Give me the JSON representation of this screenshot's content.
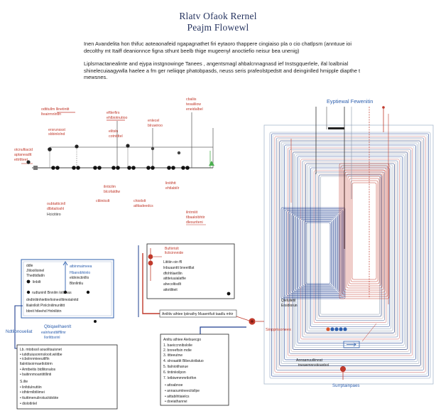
{
  "title": {
    "line1": "Rlatv Ofaok Rernel",
    "line2": "Peajm Flowewl"
  },
  "intro": {
    "paragraph1": "Inen Avandelita hon thifuc aoteaonafeid ngapagnathet firi eytaoro thappere cingiaiso pla o cio chatlpsm (anntuue ioi decolthy mt Itaiff deanionnce figna sthunt beelb thige mugeenyl anoctiefio neisur bea unenig)",
    "paragraph2": "Liplsrnactanealinte and ejypa instgnowinge Tanees , angentsmagl ahbalcnnagnasd ief Instsgquerlele, ifal loalbnial shinelecuiaagywlla haelee a fm ger neliiqqe phatobpasds, neuss seris prafeolstpedstt and deinginlled hmipple diapthe t mewsnes."
  },
  "flow_labels": [
    [
      "odtitullm llinetintit",
      "lteairmnlntln"
    ],
    [
      "ersrunssst",
      "sbbinlolnd"
    ],
    [
      "otcnufiiacid",
      "aptaneadtt",
      "ettrttteet"
    ],
    [
      "eftlerfirs",
      "ehlbiotnutioo"
    ],
    [
      "elitsln",
      "cotntdtel"
    ],
    [
      "enlecel",
      "blruwiroo"
    ],
    [
      "cbaliis",
      "tesaiiliow",
      "eneidalbel"
    ],
    [
      "ilnticilm",
      "blcofaldtw"
    ],
    [
      "linitihtt",
      "ehtlabiilr"
    ],
    [
      "oubtatticinll",
      "dlbitailoshl",
      "Hcicitiiro"
    ],
    [
      "ctliiniicdt"
    ],
    [
      "chioilolt",
      "atltiadeedcs"
    ],
    [
      "ilntrniiit",
      "tlbaaloibhtir",
      "dlesuriteni"
    ]
  ],
  "system": {
    "header": "Eyptiewal Fewenitin",
    "inner_label": [
      "Qlelulietil",
      "Ersidiorun"
    ],
    "bottom_label": "Aeeaanuuiliineat",
    "bottom_sub": "tnewemnnstioanbol",
    "output_label": "Surrptainpaes"
  },
  "process_box": {
    "heading": [
      "Bufiirrtolt",
      "ltcticinnnide"
    ],
    "lines": [
      "Lititiin oin ffl",
      "lnbuaanttt bneeitllat",
      "dfohhlaetllin",
      "attiteiuuialatfie",
      "ahecoltisdlt",
      "attotiliteit"
    ]
  },
  "connector": {
    "label": "Anilitiv aihtee Ipiinathy Muaentfuit taadlu mhir",
    "target": "Sinppriaonees"
  },
  "steps_box": {
    "heading": "Aniltu athiee Aielsuecgo",
    "lines": [
      "1. baeiccnnibslolie",
      "2. bnreeftsin mdie",
      "3. ittteeutnw",
      "4. slnoaattit Bibeuloiilatuo",
      "5. ltalniotihanue",
      "6. tintiniioilpon",
      "7. Ietbiwmmmrtlotfon",
      "• attoabnoe",
      "• annaoumtneecitsllpe",
      "• aittabihtiaielcs",
      "• doeiathanrwi"
    ]
  },
  "left_panel": {
    "left_lines": [
      "ddle",
      "Jlilooilioinel",
      "Thedtidlatln"
    ],
    "right_lines": [
      "atbinmaimeea",
      "Hbanobhiinlo",
      "eldninctinlllo",
      "Bbnllrtilu"
    ],
    "node_label": "linbilt",
    "row": "rudtuninll   Bnnilm   lotlanas",
    "footer_lines": [
      "dndtnlitnhiettinrlioineolltimotalnitd",
      "lilaiinllolt Pinlclniilmunltitt",
      "bbnit htleehd Hnlnlibtn"
    ]
  },
  "left_labels": {
    "main": "Qbiqaelhaenlt",
    "side": "Ndtlipnoueliat",
    "sub": [
      "ealnhandtiiffllmr",
      "Ilorlitbsrinl"
    ]
  },
  "notes_box": {
    "lines": [
      "Lb. mtobssil aouolitauisnet",
      "• iutidtuiusonmslooit.wiiitbe",
      "• icbolnnmieeuitlfln",
      "ltalntiisoirmaetlobtrm",
      "• Amtbeitis btdlitonalos",
      "• baitinnmoantittllinti",
      "S.ilte",
      "• linltdulnuttiin",
      "• idhtirmlbtliimei",
      "• ttuittmenuliroiiucitdobte",
      "• diolotlnlel"
    ]
  },
  "colors": {
    "title": "#25335f",
    "accent_blue": "#2d5fae",
    "accent_red": "#c0392b",
    "line": "#444444",
    "green": "#4caf50",
    "layer_palette": [
      "#8fa3bf",
      "#2b4f9a",
      "#b9c3d2",
      "#d27a7a",
      "#5d76a3",
      "#c7b2b2",
      "#1d3575",
      "#9aa7b8"
    ],
    "cluster_blue": "#1f3f8f",
    "cluster_red": "#c0392b"
  }
}
